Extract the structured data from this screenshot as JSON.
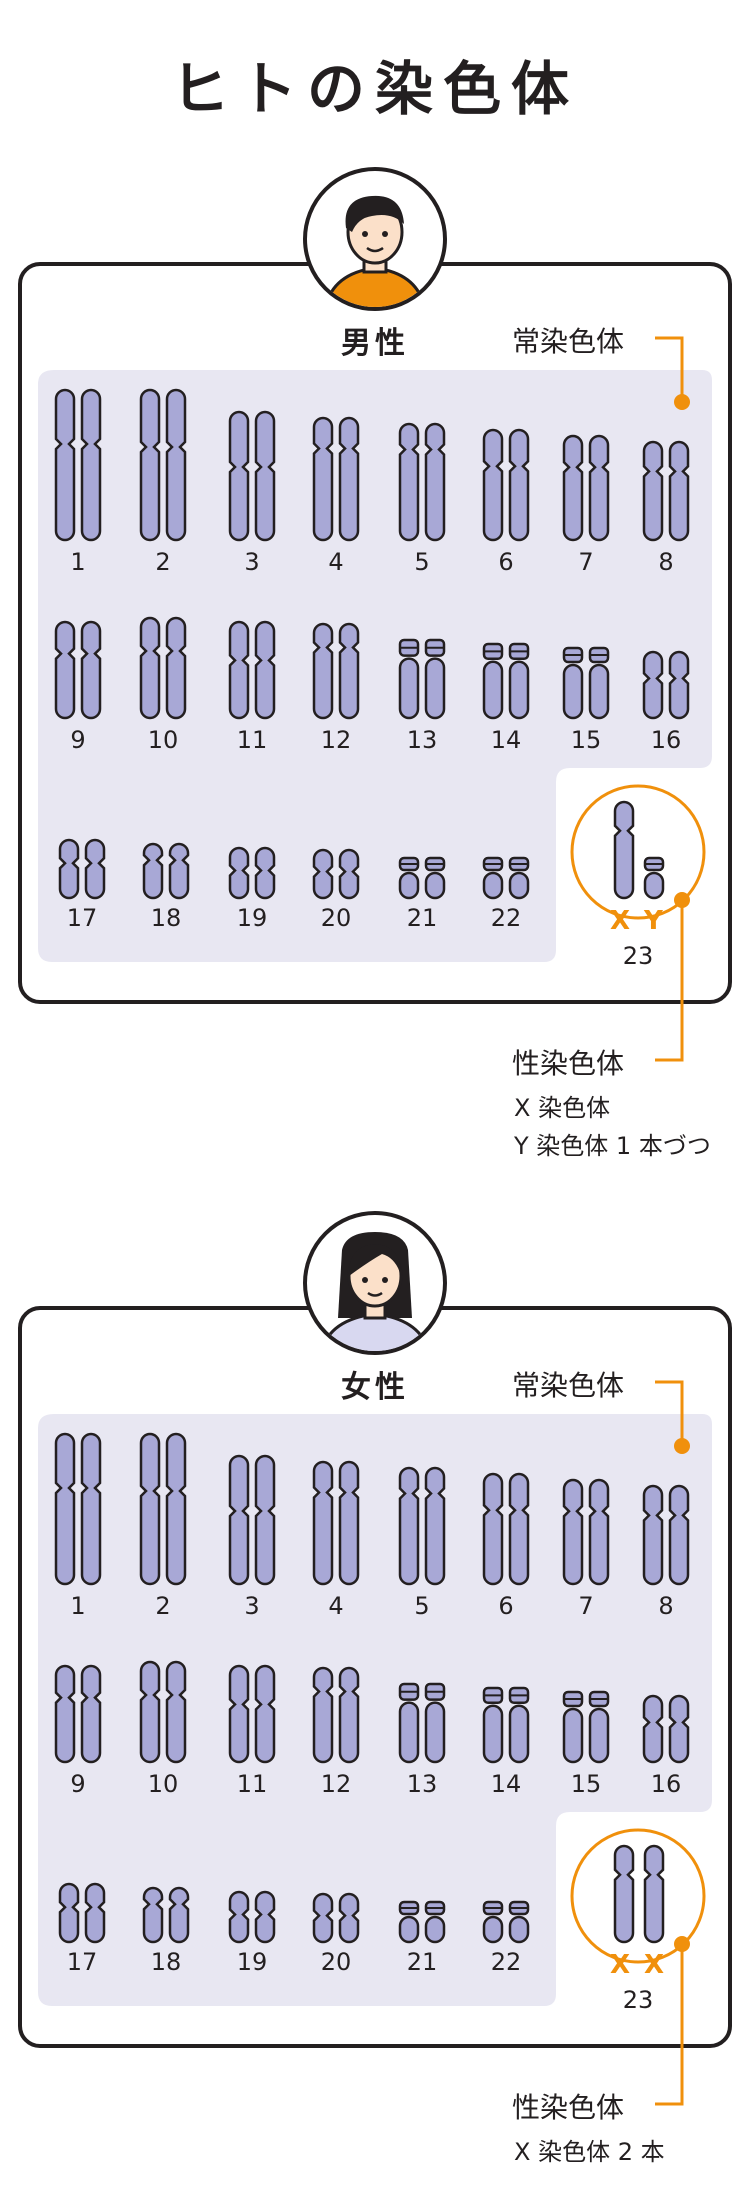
{
  "title": "ヒトの染色体",
  "colors": {
    "chromosome": "#a8a8d6",
    "background": "#e8e7f2",
    "accent": "#f0900c",
    "outline": "#231f20"
  },
  "male": {
    "label": "男性",
    "autosome_label": "常染色体",
    "sex_label": "性染色体",
    "sex_note_1": "X 染色体",
    "sex_note_2": "Y 染色体 1 本づつ",
    "sex_letters": [
      "X",
      "Y"
    ],
    "sex_pair_number": "23",
    "avatar_icon": "male-avatar-icon"
  },
  "female": {
    "label": "女性",
    "autosome_label": "常染色体",
    "sex_label": "性染色体",
    "sex_note_1": "X 染色体 2 本",
    "sex_letters": [
      "X",
      "X"
    ],
    "sex_pair_number": "23",
    "avatar_icon": "female-avatar-icon"
  },
  "autosome_numbers": [
    "1",
    "2",
    "3",
    "4",
    "5",
    "6",
    "7",
    "8",
    "9",
    "10",
    "11",
    "12",
    "13",
    "14",
    "15",
    "16",
    "17",
    "18",
    "19",
    "20",
    "21",
    "22"
  ]
}
